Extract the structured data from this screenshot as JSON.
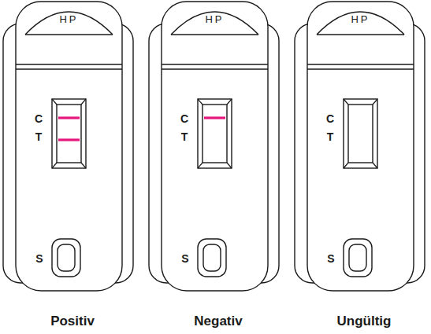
{
  "diagram": {
    "nodes": [
      {
        "text": [
          "HP",
          "C",
          "T",
          "S",
          "Positiv"
        ]
      },
      {
        "text": [
          "HP",
          "C",
          "T",
          "S",
          "Negativ"
        ]
      },
      {
        "text": [
          "HP",
          "C",
          "T",
          "S",
          "Ungültig"
        ]
      }
    ]
  }
}
